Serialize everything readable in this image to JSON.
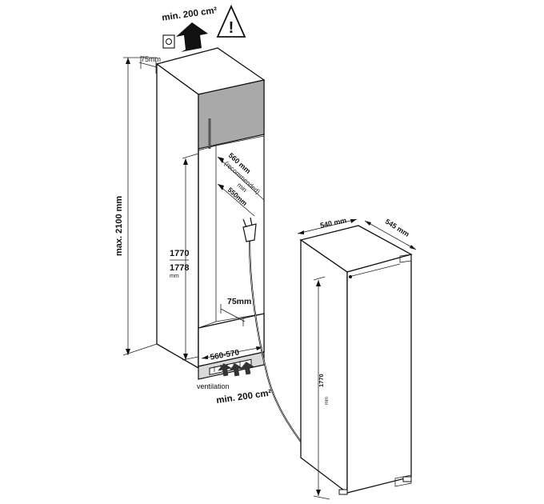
{
  "labels": {
    "top_area": "min. 200 cm²",
    "bottom_area": "min. 200 cm²",
    "ventilation": "ventilation",
    "top_gap": "75mm",
    "max_height": "max. 2100 mm",
    "niche_height_1": "1770",
    "niche_height_2": "1778",
    "niche_height_unit": "mm",
    "depth_recommended_1": "560 mm",
    "depth_recommended_2": "(recommended)",
    "depth_min_1": "min",
    "depth_min_2": "550mm",
    "rear_gap": "75mm",
    "niche_width": "560-570",
    "appliance_width": "540 mm",
    "appliance_depth": "545 mm",
    "appliance_height": "1770",
    "appliance_height_unit": "mm"
  },
  "icons": {
    "warning": "warning-triangle-icon",
    "airflow": "arrow-up-icon",
    "socket": "wall-socket-icon",
    "plug": "plug-icon"
  }
}
